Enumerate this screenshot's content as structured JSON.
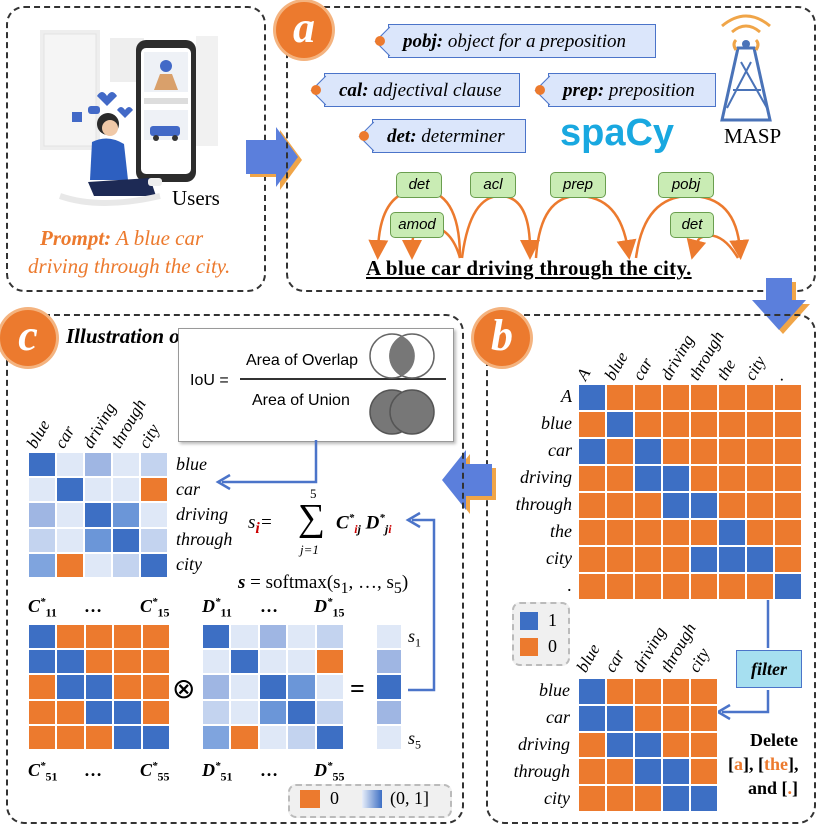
{
  "panel_a": {
    "badge": "a",
    "tags": {
      "pobj": {
        "key": "pobj:",
        "desc": "object for a preposition"
      },
      "acl": {
        "key": "cal:",
        "desc": "adjectival clause"
      },
      "prep": {
        "key": "prep:",
        "desc": "preposition"
      },
      "det": {
        "key": "det:",
        "desc": "determiner"
      }
    },
    "spacy": "spaCy",
    "masp": "MASP",
    "deps": {
      "det1": "det",
      "acl": "acl",
      "prep": "prep",
      "pobj": "pobj",
      "amod": "amod",
      "det2": "det"
    },
    "sentence": "A blue car driving through the city."
  },
  "panel_user": {
    "users": "Users",
    "prompt_key": "Prompt:",
    "prompt_line1": "A blue car",
    "prompt_line2": "driving through the city."
  },
  "panel_b": {
    "badge": "b",
    "tokens": [
      "A",
      "blue",
      "car",
      "driving",
      "through",
      "the",
      "city",
      "."
    ],
    "matrix": [
      [
        1,
        0,
        0,
        0,
        0,
        0,
        0,
        0
      ],
      [
        0,
        1,
        0,
        0,
        0,
        0,
        0,
        0
      ],
      [
        1,
        0,
        1,
        0,
        0,
        0,
        0,
        0
      ],
      [
        0,
        0,
        1,
        1,
        0,
        0,
        0,
        0
      ],
      [
        0,
        0,
        0,
        1,
        1,
        0,
        0,
        0
      ],
      [
        0,
        0,
        0,
        0,
        0,
        1,
        0,
        0
      ],
      [
        0,
        0,
        0,
        0,
        1,
        1,
        1,
        0
      ],
      [
        0,
        0,
        0,
        0,
        0,
        0,
        0,
        1
      ]
    ],
    "legend": {
      "one": "1",
      "zero": "0"
    },
    "filter": "filter",
    "filtered_tokens": [
      "blue",
      "car",
      "driving",
      "through",
      "city"
    ],
    "filtered_matrix": [
      [
        1,
        0,
        0,
        0,
        0
      ],
      [
        1,
        1,
        0,
        0,
        0
      ],
      [
        0,
        1,
        1,
        0,
        0
      ],
      [
        0,
        0,
        1,
        1,
        0
      ],
      [
        0,
        0,
        0,
        1,
        1
      ]
    ],
    "delete": {
      "line1": "Delete",
      "a": "a",
      "the": "the",
      "and": "and",
      "dot": "."
    }
  },
  "panel_c": {
    "badge": "c",
    "title": "Illustration of IoU:",
    "iou_label": "IoU =",
    "numerator": "Area of Overlap",
    "denominator": "Area of Union",
    "heat_tokens": [
      "blue",
      "car",
      "driving",
      "through",
      "city"
    ],
    "heat_colors": [
      [
        "#3d6fc4",
        "#dfe8f7",
        "#9fb6e3",
        "#dfe8f7",
        "#c3d3ef"
      ],
      [
        "#dfe8f7",
        "#3d6fc4",
        "#dfe8f7",
        "#dfe8f7",
        "#ec7a2e"
      ],
      [
        "#9fb6e3",
        "#dfe8f7",
        "#3d6fc4",
        "#6b96d8",
        "#dfe8f7"
      ],
      [
        "#c3d3ef",
        "#dfe8f7",
        "#6b96d8",
        "#3d6fc4",
        "#c3d3ef"
      ],
      [
        "#7fa4de",
        "#ec7a2e",
        "#dfe8f7",
        "#c3d3ef",
        "#3d6fc4"
      ]
    ],
    "formula_s": "s",
    "formula_i": "i",
    "sum_top": "5",
    "sum_bottom": "j=1",
    "softmax": "= softmax(s",
    "softmax_tail": ", …, s",
    "c_top_left": "C*11",
    "c_top_right": "C*15",
    "c_bot_left": "C*51",
    "c_bot_right": "C*55",
    "d_top_left": "D*11",
    "d_top_right": "D*15",
    "d_bot_left": "D*51",
    "d_bot_right": "D*55",
    "ellipsis": "…",
    "c_matrix": [
      [
        1,
        0,
        0,
        0,
        0
      ],
      [
        1,
        1,
        0,
        0,
        0
      ],
      [
        0,
        1,
        1,
        0,
        0
      ],
      [
        0,
        0,
        1,
        1,
        0
      ],
      [
        0,
        0,
        0,
        1,
        1
      ]
    ],
    "d_colors": [
      [
        "#3d6fc4",
        "#dfe8f7",
        "#9fb6e3",
        "#dfe8f7",
        "#c3d3ef"
      ],
      [
        "#dfe8f7",
        "#3d6fc4",
        "#dfe8f7",
        "#dfe8f7",
        "#ec7a2e"
      ],
      [
        "#9fb6e3",
        "#dfe8f7",
        "#3d6fc4",
        "#6b96d8",
        "#dfe8f7"
      ],
      [
        "#c3d3ef",
        "#dfe8f7",
        "#6b96d8",
        "#3d6fc4",
        "#c3d3ef"
      ],
      [
        "#7fa4de",
        "#ec7a2e",
        "#dfe8f7",
        "#c3d3ef",
        "#3d6fc4"
      ]
    ],
    "s_colors": [
      "#dfe8f7",
      "#9fb6e3",
      "#3d6fc4",
      "#9fb6e3",
      "#dfe8f7"
    ],
    "s1": "s",
    "s5": "s",
    "legend_zero": "0",
    "legend_range": "(0, 1]"
  },
  "colors": {
    "orange": "#ec7a2e",
    "blue": "#3d6fc4",
    "dep_green": "#c9ecb4",
    "tag_blue": "#dbe6fb"
  }
}
